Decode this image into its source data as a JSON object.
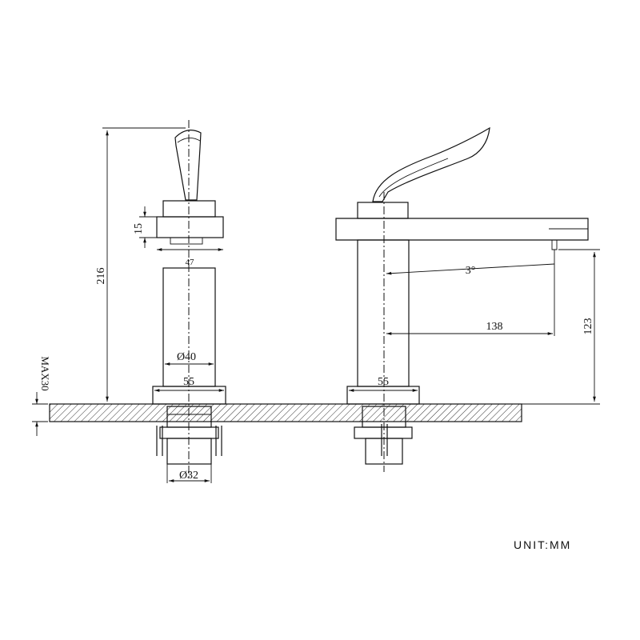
{
  "dimensions": {
    "total_height": "216",
    "handle_base_height": "15",
    "handle_width": "47",
    "body_diameter": "Ø40",
    "base_width_front": "55",
    "base_width_side": "55",
    "max_counter_thickness": "MAX30",
    "thread_diameter": "Ø32",
    "spout_angle": "3°",
    "spout_reach": "138",
    "spout_height": "123"
  },
  "unit_label": "UNIT:MM"
}
